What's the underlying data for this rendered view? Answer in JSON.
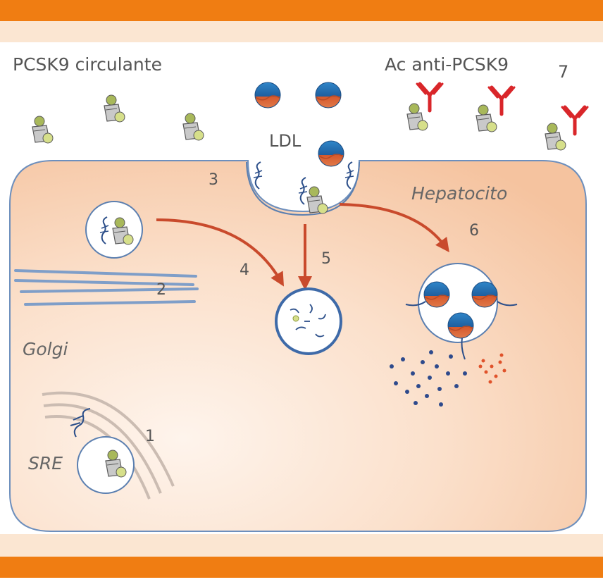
{
  "labels": {
    "circulating_pcsk9": "PCSK9 circulante",
    "antibody": "Ac anti-PCSK9",
    "step_7": "7",
    "ldl": "LDL",
    "step_3": "3",
    "hepatocyte": "Hepatocito",
    "step_6": "6",
    "step_4": "4",
    "step_5": "5",
    "step_2": "2",
    "golgi": "Golgi",
    "step_1": "1",
    "sre": "SRE"
  },
  "colors": {
    "frame_orange": "#f07d12",
    "frame_band": "#fbe6d2",
    "cell_fill_light": "#fdf0e6",
    "cell_fill_dark": "#f6c8a3",
    "membrane": "#5b7fb0",
    "receptor": "#2c4f8a",
    "ldl_blue": "#1f6fb2",
    "ldl_orange": "#d6582b",
    "pathway_arrow": "#c94a2c",
    "antibody_red": "#d9262a",
    "pcsk9_grey": "#c8c8c8",
    "pcsk9_olive": "#8c9a3c",
    "ldl_dots_blue": "#2e4a8c",
    "ldl_dots_orange": "#e0522a"
  }
}
